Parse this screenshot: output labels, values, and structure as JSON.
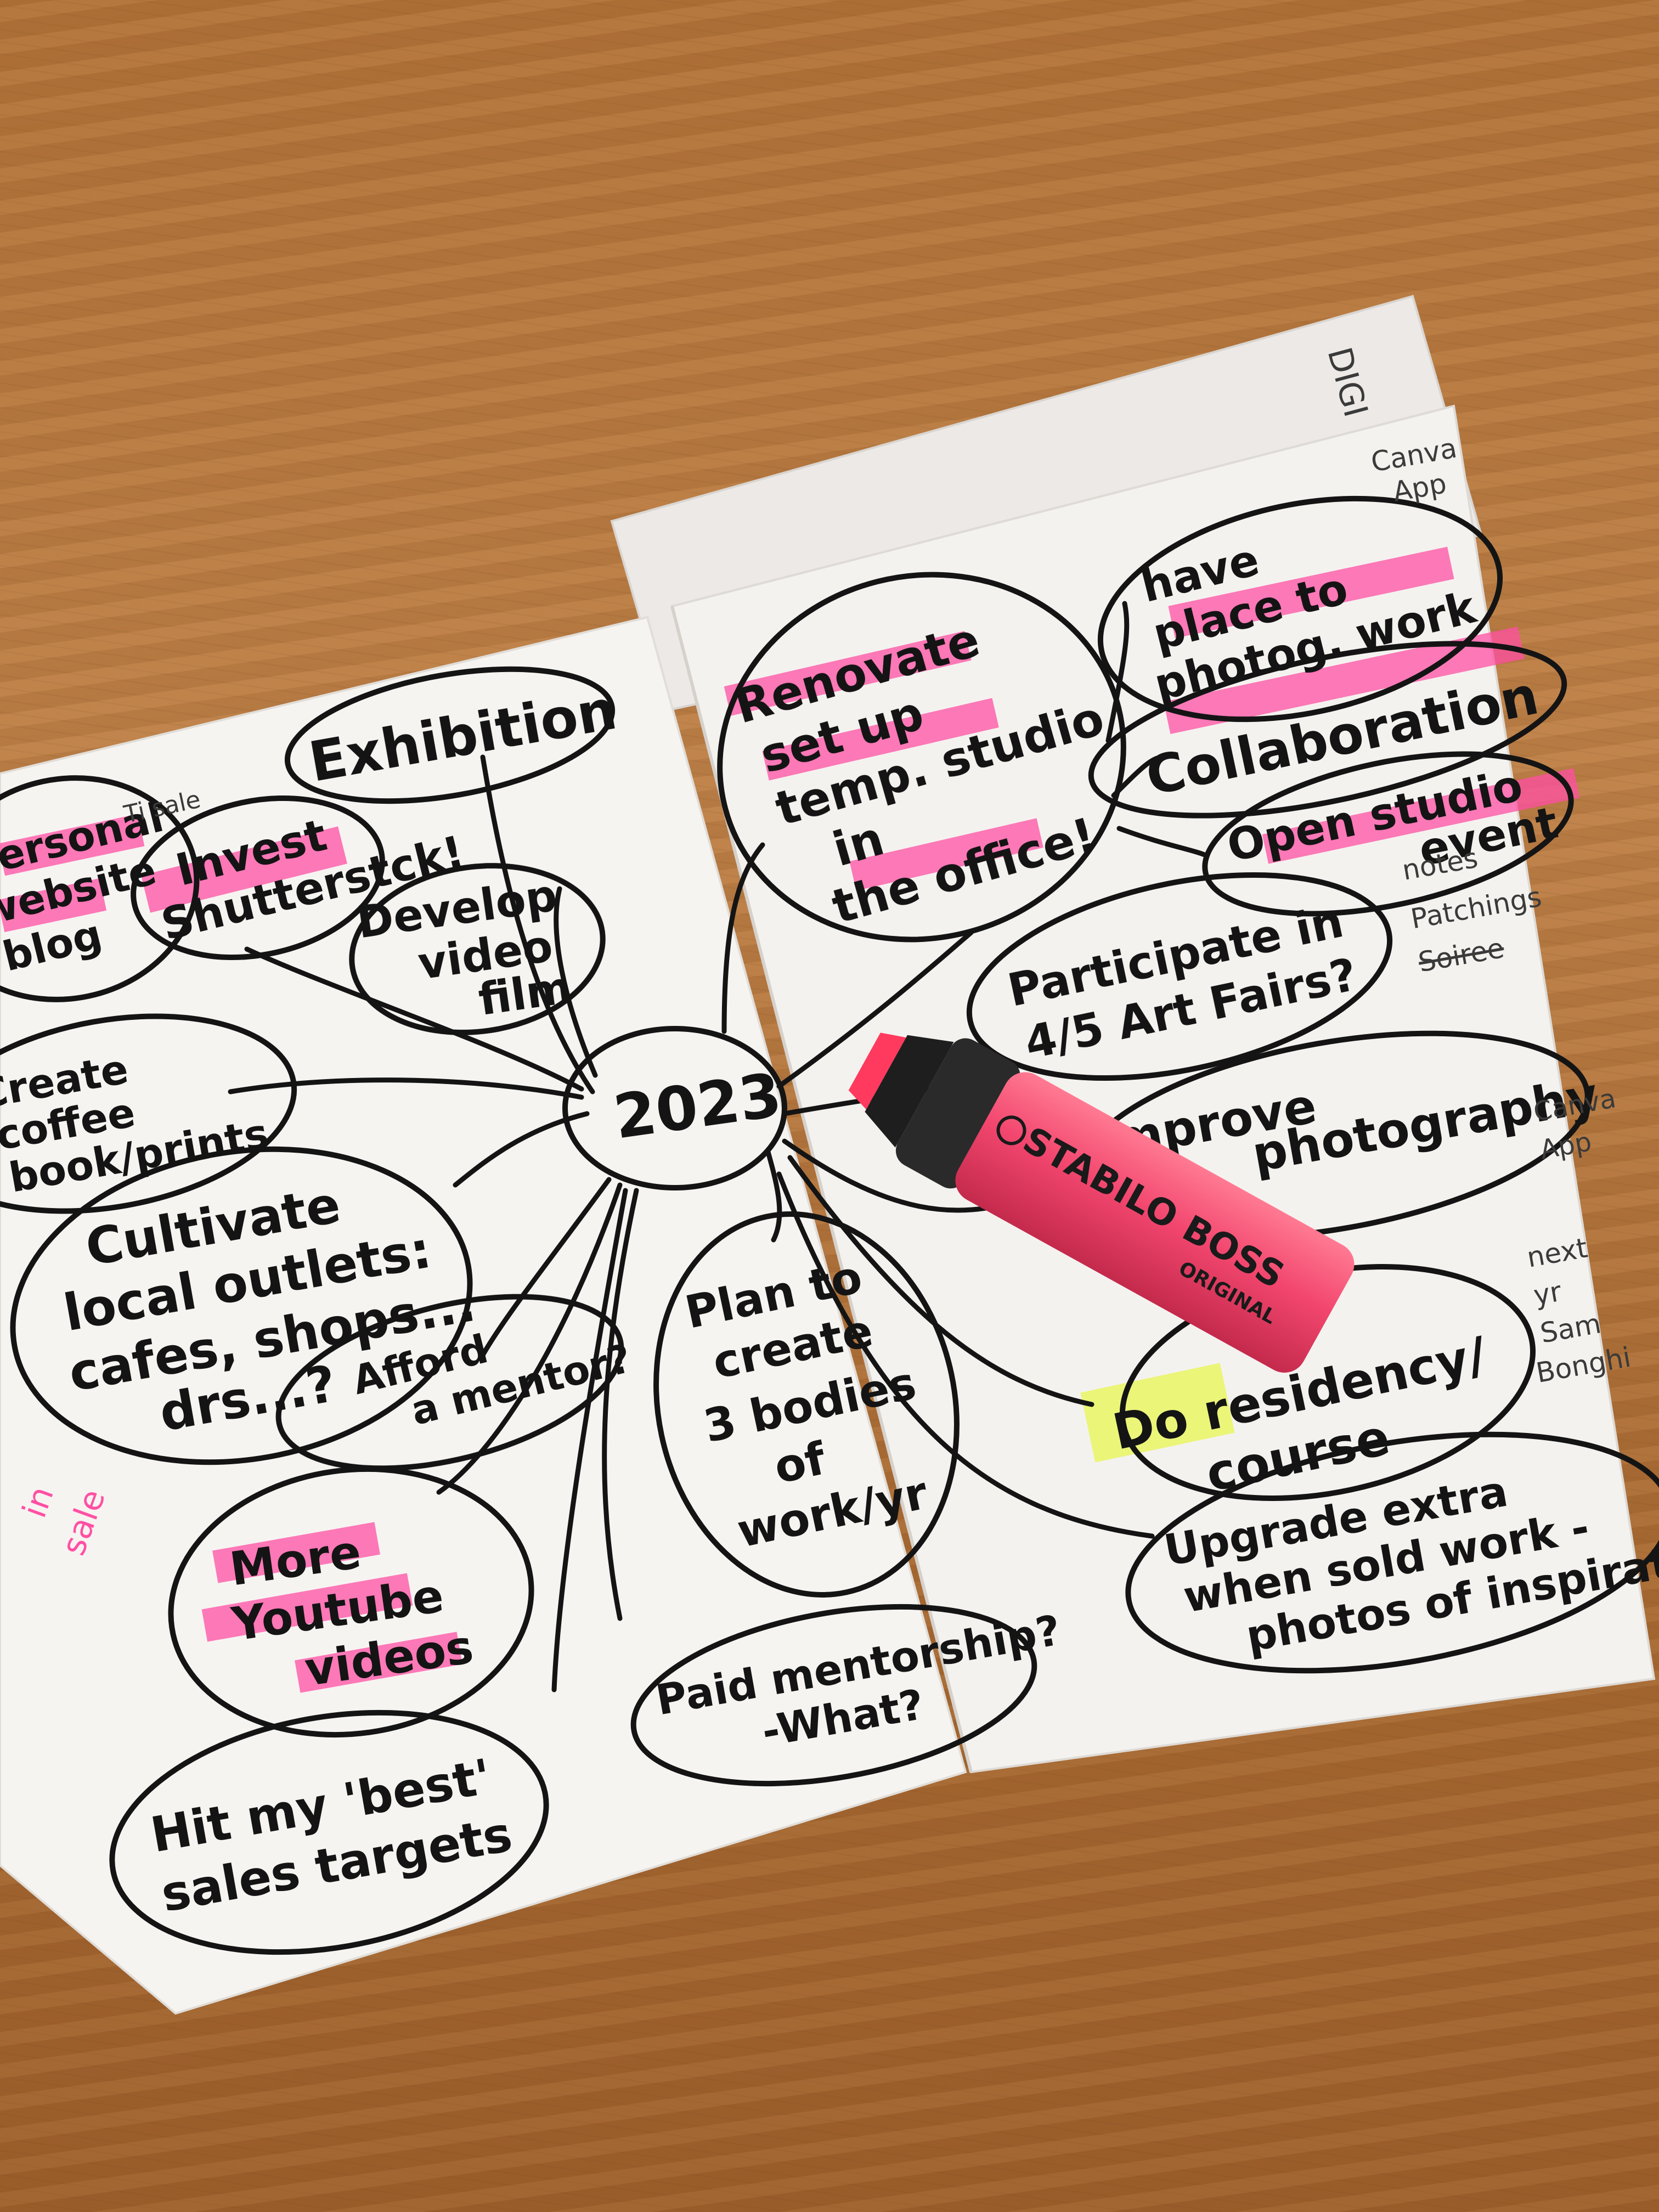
{
  "center_label": "2023",
  "bubbles_left": {
    "exhibition": "Exhibition",
    "invest_shutterstock": [
      "Invest",
      "Shutterstck!"
    ],
    "develop_video": [
      "Develop",
      "video",
      "film"
    ],
    "personal_website": [
      "personal",
      "website",
      "blog"
    ],
    "create_book": [
      "Create",
      "coffee",
      "book/prints"
    ],
    "cultivate": [
      "Cultivate",
      "local outlets:",
      "cafes, shops...",
      "drs...?"
    ],
    "afford_mentor": [
      "Afford",
      "a mentor?"
    ],
    "more_youtube": [
      "More",
      "Youtube",
      "videos"
    ],
    "hit_targets": [
      "Hit my 'best'",
      "sales targets"
    ],
    "plan_create": [
      "Plan to",
      "create",
      "3 bodies",
      "of",
      "work/yr"
    ],
    "paid_mentorship": [
      "Paid mentorship?",
      "-What?"
    ]
  },
  "bubbles_right": {
    "renovate": [
      "Renovate",
      "set up",
      "temp. studio",
      "in",
      "the office!"
    ],
    "have_place": [
      "have",
      "place to",
      "photog. work"
    ],
    "collaboration": "Collaboration",
    "open_studio": [
      "Open studio",
      "event"
    ],
    "participate": [
      "Participate in",
      "4/5 Art Fairs?"
    ],
    "photography": [
      "Improve",
      "photography"
    ],
    "residency": [
      "Do residency/",
      "course"
    ],
    "upgrade": [
      "Upgrade extra",
      "when sold work -",
      "photos of inspiration"
    ]
  },
  "side_notes": {
    "canva_top": [
      "Canva",
      "App"
    ],
    "notes_patches": [
      "notes",
      "Patchings",
      "Soiree"
    ],
    "canva_mid": [
      "Canva",
      "App"
    ],
    "next_yr": [
      "next",
      "yr",
      "Sam",
      "Bonghi"
    ],
    "in_sale": [
      "in",
      "sale"
    ],
    "ti_sale": "Ti sale",
    "digi": "DIGI"
  },
  "highlighter": {
    "brand": "STABILO BOSS",
    "sub": "ORIGINAL",
    "color": "#f2466e"
  },
  "colors": {
    "ink": "#141414",
    "pink_highlight": "#ff4fa3",
    "yellow_highlight": "#e9f55a",
    "paper": "#f6f4f1"
  }
}
